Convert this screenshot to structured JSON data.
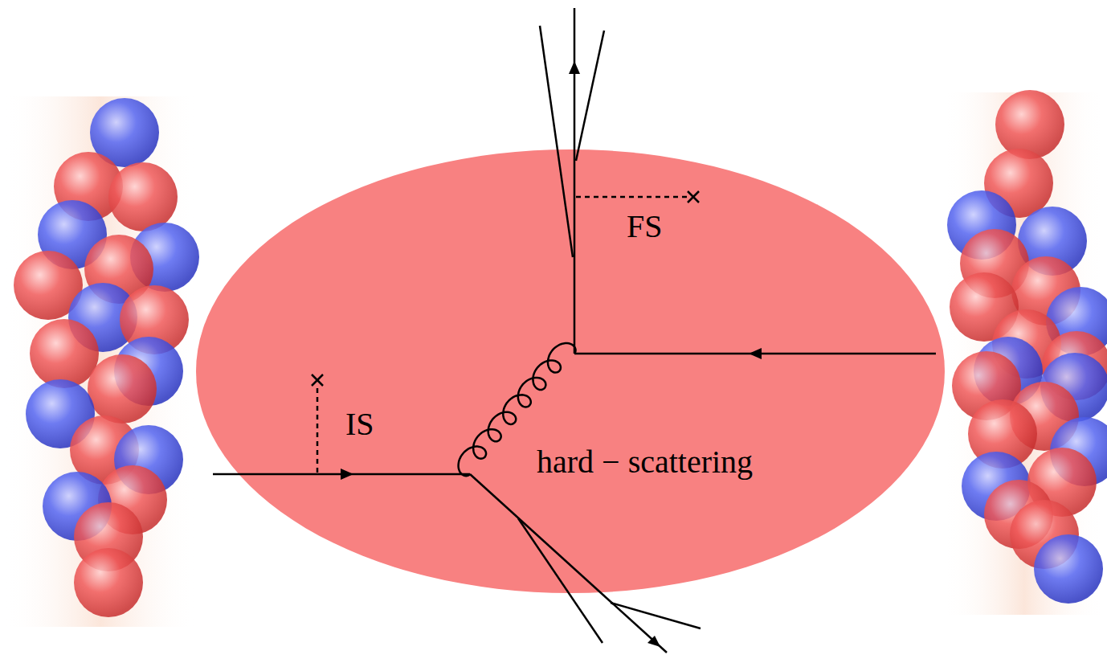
{
  "diagram": {
    "labels": [
      "FS",
      "IS",
      "hard − scattering"
    ]
  }
}
